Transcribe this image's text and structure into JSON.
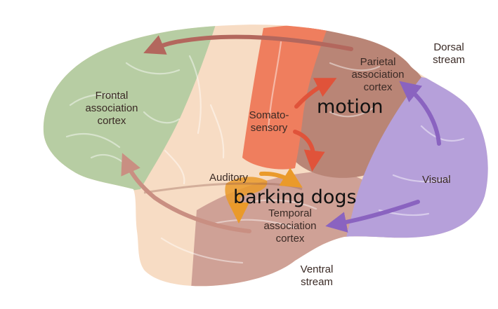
{
  "labels": {
    "frontal": "Frontal\nassociation\ncortex",
    "somatosensory": "Somato-\nsensory",
    "parietal": "Parietal\nassociation\ncortex",
    "dorsal_stream": "Dorsal\nstream",
    "auditory": "Auditory",
    "visual": "Visual",
    "temporal": "Temporal\nassociation\ncortex",
    "ventral_stream": "Ventral\nstream"
  },
  "overlays": {
    "motion": "motion",
    "barking_dogs": "barking dogs"
  },
  "colors": {
    "frontal": "#b7cda3",
    "motor_belt": "#f7dcc4",
    "somatosensory": "#ef7e5e",
    "parietal": "#b98576",
    "visual": "#b6a0da",
    "temporal": "#cfa196",
    "auditory": "#ea9a2a",
    "arrow_brown": "#b3675d",
    "arrow_red": "#e0533a",
    "arrow_purple": "#8a63c0"
  }
}
